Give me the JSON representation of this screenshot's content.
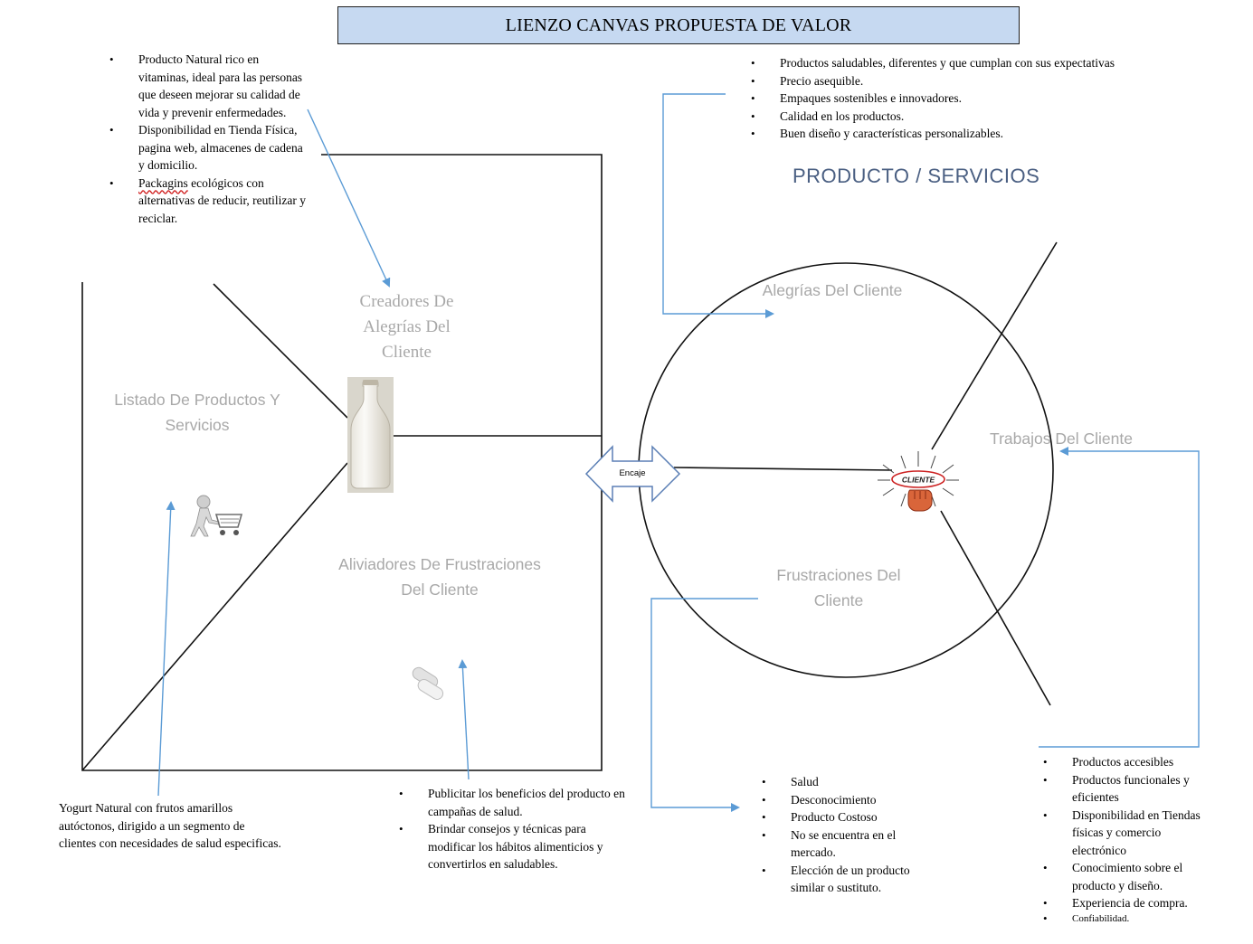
{
  "title": "LIENZO CANVAS PROPUESTA DE VALOR",
  "value_map": {
    "gain_creators": {
      "label": "Creadores De Alegrías Del Cliente",
      "items": [
        "Producto Natural rico en vitaminas, ideal para las personas que deseen mejorar su calidad de vida y prevenir enfermedades.",
        "Disponibilidad en Tienda Física, pagina web, almacenes de cadena y domicilio.",
        "Packagins ecológicos con alternativas de reducir, reutilizar y reciclar."
      ]
    },
    "products_services": {
      "label": "Listado De Productos Y Servicios",
      "description": "Yogurt Natural con frutos amarillos autóctonos, dirigido a un segmento de clientes con necesidades de salud especificas."
    },
    "pain_relievers": {
      "label": "Aliviadores De Frustraciones Del Cliente",
      "items": [
        "Publicitar los beneficios del producto en campañas de salud.",
        "Brindar consejos y técnicas para modificar los hábitos alimenticios y convertirlos en saludables."
      ]
    }
  },
  "fit_label": "Encaje",
  "customer_profile": {
    "heading": "PRODUCTO / SERVICIOS",
    "center_label": "CLIENTE",
    "gains": {
      "label": "Alegrías Del Cliente",
      "items": [
        "Productos saludables, diferentes y que cumplan con sus expectativas",
        "Precio asequible.",
        "Empaques sostenibles e innovadores.",
        "Calidad en los productos.",
        "Buen diseño y características personalizables."
      ]
    },
    "jobs": {
      "label": "Trabajos Del Cliente",
      "items": [
        "Productos accesibles",
        "Productos funcionales y eficientes",
        "Disponibilidad en Tiendas físicas y comercio electrónico",
        "Conocimiento sobre el producto y diseño.",
        "Experiencia de compra.",
        "Confiabilidad."
      ]
    },
    "pains": {
      "label": "Frustraciones Del Cliente",
      "items": [
        "Salud",
        "Desconocimiento",
        "Producto Costoso",
        "No se encuentra en el mercado.",
        "Elección de un producto similar o sustituto."
      ]
    }
  },
  "icons": [
    "milk-bottle-icon",
    "shopping-cart-person-icon",
    "pills-icon",
    "client-fist-icon"
  ],
  "colors": {
    "title_bg": "#c6d9f1",
    "arrow": "#5b9bd5",
    "label_gray": "#a8a8a8",
    "heading_blue": "#4a5f82"
  }
}
